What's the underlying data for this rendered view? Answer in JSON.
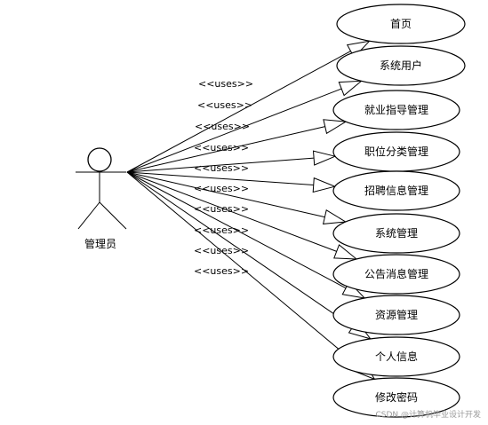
{
  "actor": {
    "label": "管理员"
  },
  "relationship_label": "<<uses>>",
  "use_cases": [
    {
      "label": "首页"
    },
    {
      "label": "系统用户"
    },
    {
      "label": "就业指导管理"
    },
    {
      "label": "职位分类管理"
    },
    {
      "label": "招聘信息管理"
    },
    {
      "label": "系统管理"
    },
    {
      "label": "公告消息管理"
    },
    {
      "label": "资源管理"
    },
    {
      "label": "个人信息"
    },
    {
      "label": "修改密码"
    }
  ],
  "watermark": "CSDN @计算机毕业设计开发"
}
